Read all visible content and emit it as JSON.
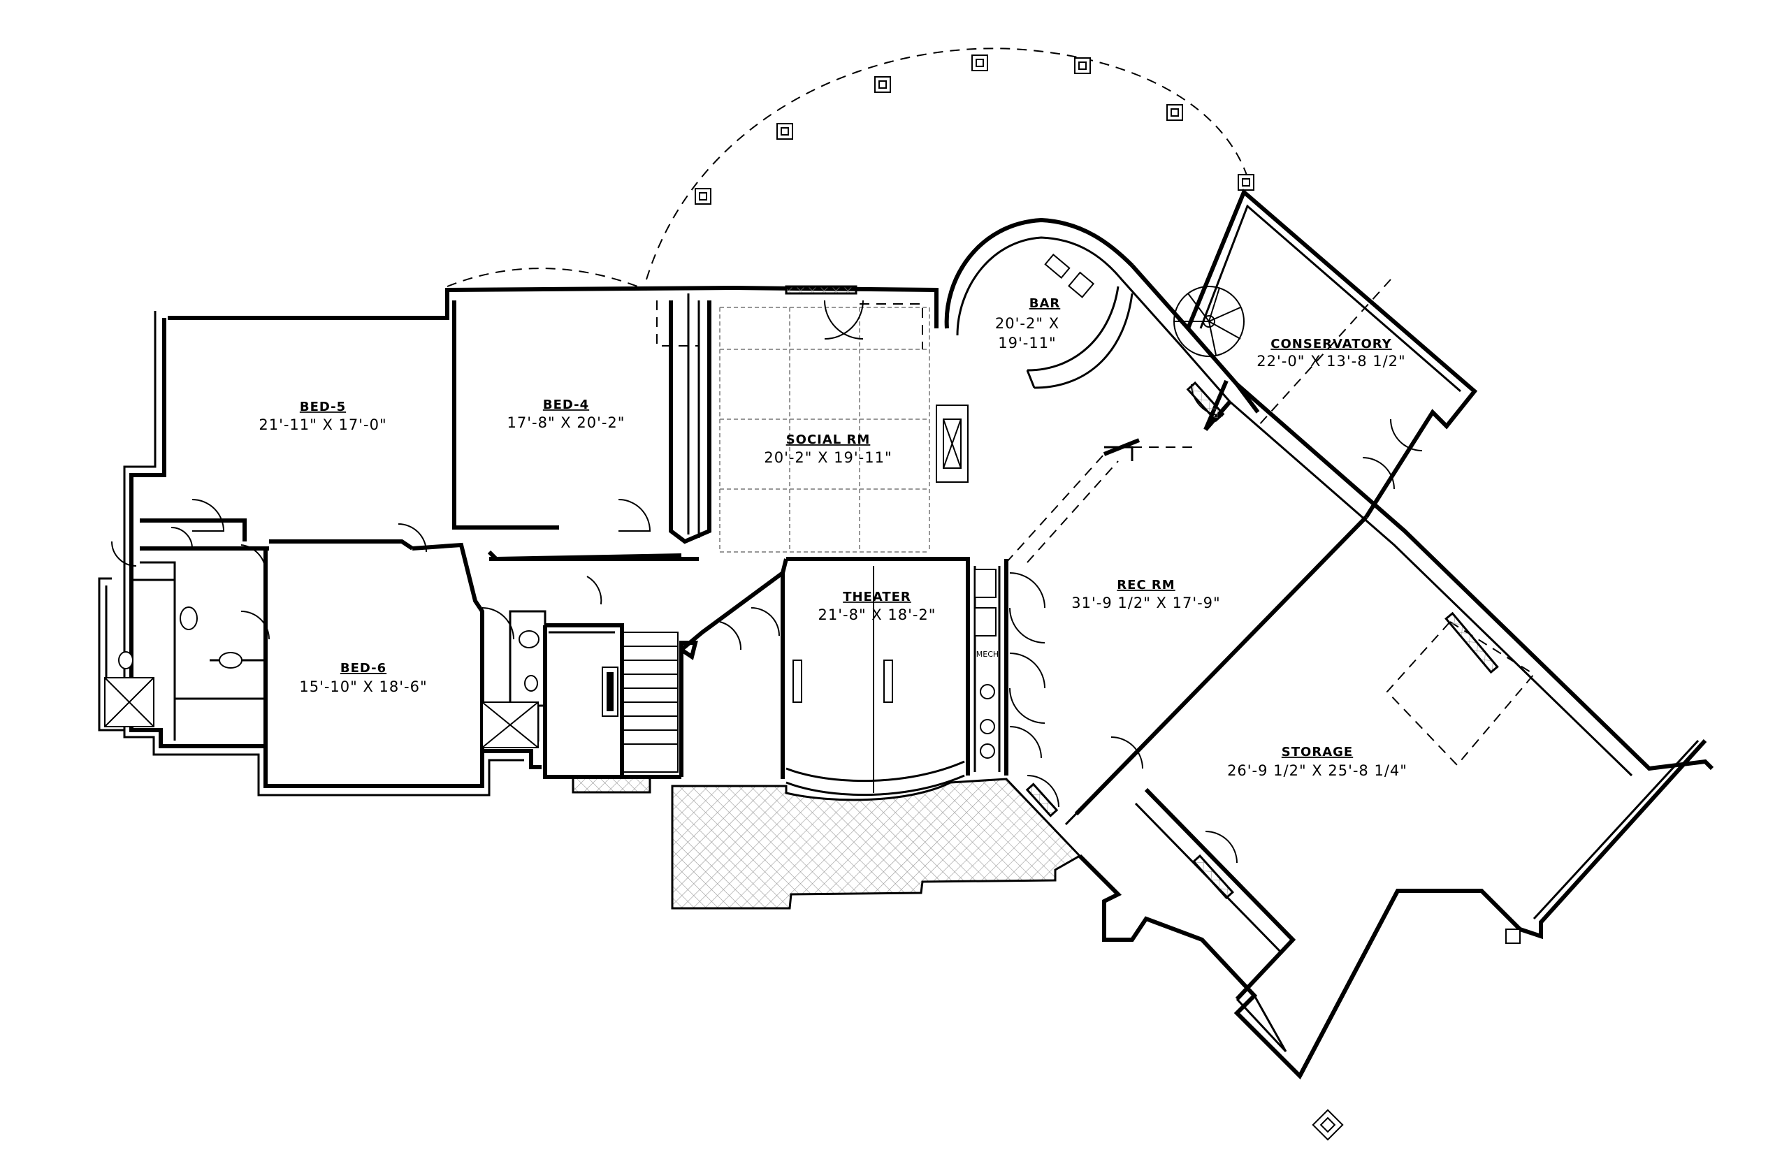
{
  "rooms": {
    "bed5": {
      "name": "BED-5",
      "size": "21'-11\" X 17'-0\""
    },
    "bed4": {
      "name": "BED-4",
      "size": "17'-8\" X 20'-2\""
    },
    "bed6": {
      "name": "BED-6",
      "size": "15'-10\" X 18'-6\""
    },
    "social": {
      "name": "SOCIAL RM",
      "size": "20'-2\" X 19'-11\""
    },
    "bar": {
      "name": "BAR",
      "size1": "20'-2\" X",
      "size2": "19'-11\""
    },
    "conservatory": {
      "name": "CONSERVATORY",
      "size": "22'-0\" X 13'-8 1/2\""
    },
    "theater": {
      "name": "THEATER",
      "size": "21'-8\" X 18'-2\""
    },
    "rec": {
      "name": "REC RM",
      "size": "31'-9 1/2\" X 17'-9\""
    },
    "storage": {
      "name": "STORAGE",
      "size": "26'-9 1/2\" X 25'-8 1/4\""
    }
  },
  "labels": {
    "mech": "MECH"
  }
}
